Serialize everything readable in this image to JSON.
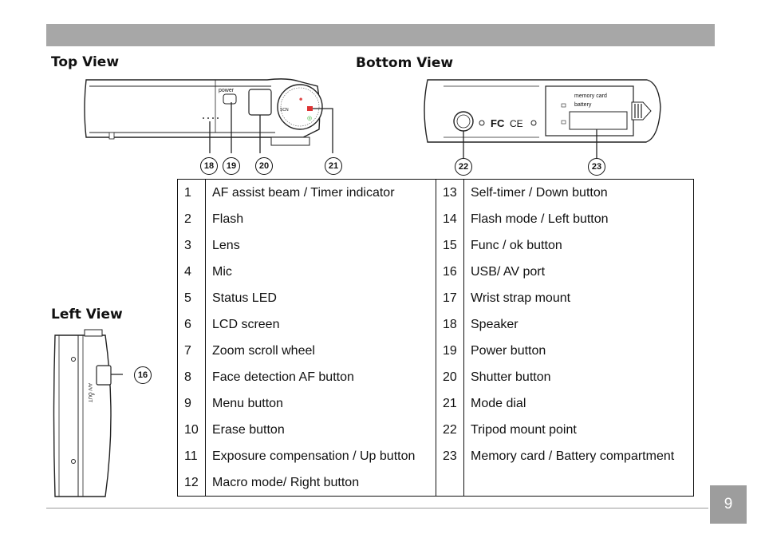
{
  "views": {
    "top": "Top View",
    "bottom": "Bottom View",
    "left": "Left View"
  },
  "diagram_text": {
    "power": "power",
    "scn": "SCN",
    "memory_card": "memory card",
    "battery": "battery",
    "fcc": "FC",
    "ce": "CE",
    "av_out": "A/V OUT"
  },
  "callouts": [
    "18",
    "19",
    "20",
    "21",
    "22",
    "23",
    "16"
  ],
  "parts_left": [
    {
      "num": "1",
      "label": "AF assist beam / Timer indicator"
    },
    {
      "num": "2",
      "label": "Flash"
    },
    {
      "num": "3",
      "label": "Lens"
    },
    {
      "num": "4",
      "label": "Mic"
    },
    {
      "num": "5",
      "label": "Status LED"
    },
    {
      "num": "6",
      "label": "LCD screen"
    },
    {
      "num": "7",
      "label": "Zoom scroll wheel"
    },
    {
      "num": "8",
      "label": "Face detection AF button"
    },
    {
      "num": "9",
      "label": "Menu button"
    },
    {
      "num": "10",
      "label": "Erase button"
    },
    {
      "num": "11",
      "label": "Exposure compensation / Up button"
    },
    {
      "num": "12",
      "label": "Macro mode/ Right button"
    }
  ],
  "parts_right": [
    {
      "num": "13",
      "label": "Self-timer / Down button"
    },
    {
      "num": "14",
      "label": "Flash mode / Left button"
    },
    {
      "num": "15",
      "label": "Func / ok button"
    },
    {
      "num": "16",
      "label": "USB/ AV port"
    },
    {
      "num": "17",
      "label": "Wrist strap mount"
    },
    {
      "num": "18",
      "label": "Speaker"
    },
    {
      "num": "19",
      "label": "Power button"
    },
    {
      "num": "20",
      "label": "Shutter button"
    },
    {
      "num": "21",
      "label": "Mode dial"
    },
    {
      "num": "22",
      "label": "Tripod mount point"
    },
    {
      "num": "23",
      "label": "Memory card / Battery compartment"
    },
    {
      "num": "",
      "label": ""
    }
  ],
  "page_number": "9"
}
